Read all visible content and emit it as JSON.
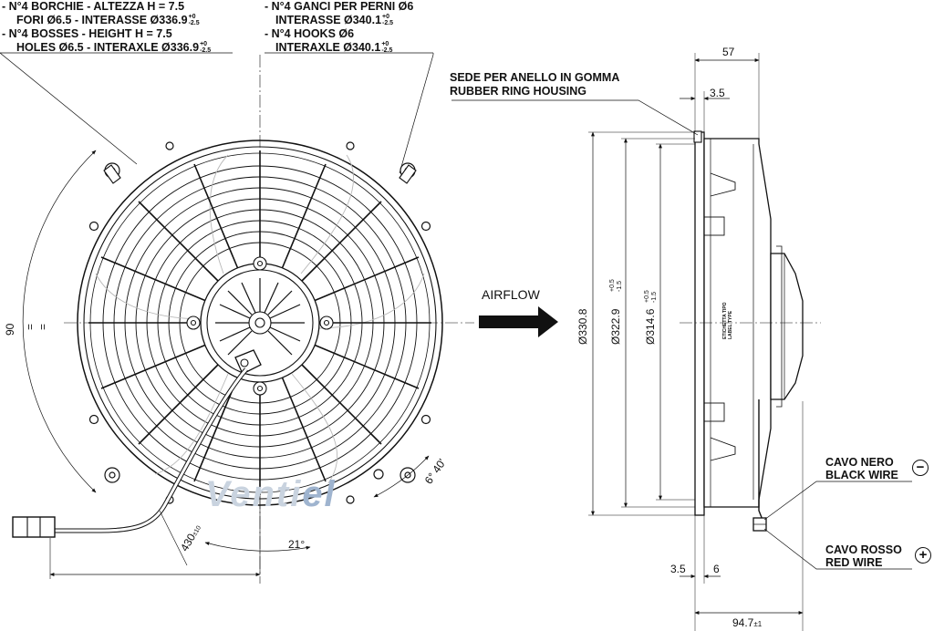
{
  "notes": {
    "bosses_it_line1": "- N°4 BORCHIE - ALTEZZA H = 7.5",
    "bosses_it_line2": "FORI Ø6.5 - INTERASSE Ø336.9",
    "bosses_en_line1": "- N°4 BOSSES - HEIGHT H = 7.5",
    "bosses_en_line2": "HOLES Ø6.5 - INTERAXLE Ø336.9",
    "bosses_tol_upper": "+0",
    "bosses_tol_lower": "-2.5",
    "hooks_it_line1": "- N°4 GANCI PER PERNI Ø6",
    "hooks_it_line2": "INTERASSE Ø340.1",
    "hooks_en_line1": "- N°4 HOOKS Ø6",
    "hooks_en_line2": "INTERAXLE Ø340.1",
    "hooks_tol_upper": "+0",
    "hooks_tol_lower": "-2.5",
    "ring_it": "SEDE PER ANELLO IN GOMMA",
    "ring_en": "RUBBER RING HOUSING",
    "airflow": "AIRFLOW",
    "black_wire_it": "CAVO NERO",
    "black_wire_en": "BLACK WIRE",
    "red_wire_it": "CAVO ROSSO",
    "red_wire_en": "RED WIRE",
    "minus_sign": "−",
    "plus_sign": "+"
  },
  "dimensions": {
    "depth_top": "57",
    "flange_top": "3.5",
    "d_outer": "Ø330.8",
    "d_mid": "Ø322.9",
    "d_mid_tol_upper": "+0.5",
    "d_mid_tol_lower": "-1.5",
    "d_inner": "Ø314.6",
    "d_inner_tol_upper": "+0.5",
    "d_inner_tol_lower": "-1.5",
    "bottom_left": "3.5",
    "bottom_right": "6",
    "overall_depth": "94.7",
    "overall_depth_tol": "±1",
    "angle_90": "90",
    "angle_90_mark": "=",
    "angle_6_40": "6° 40'",
    "angle_21": "21°",
    "cable_length": "430",
    "cable_length_tol": "±10"
  },
  "label_plate": {
    "line1": "ETICHETTA TIPO",
    "line2": "LABEL TYPE"
  },
  "watermark": {
    "part1": "Venti",
    "part2": "el"
  }
}
